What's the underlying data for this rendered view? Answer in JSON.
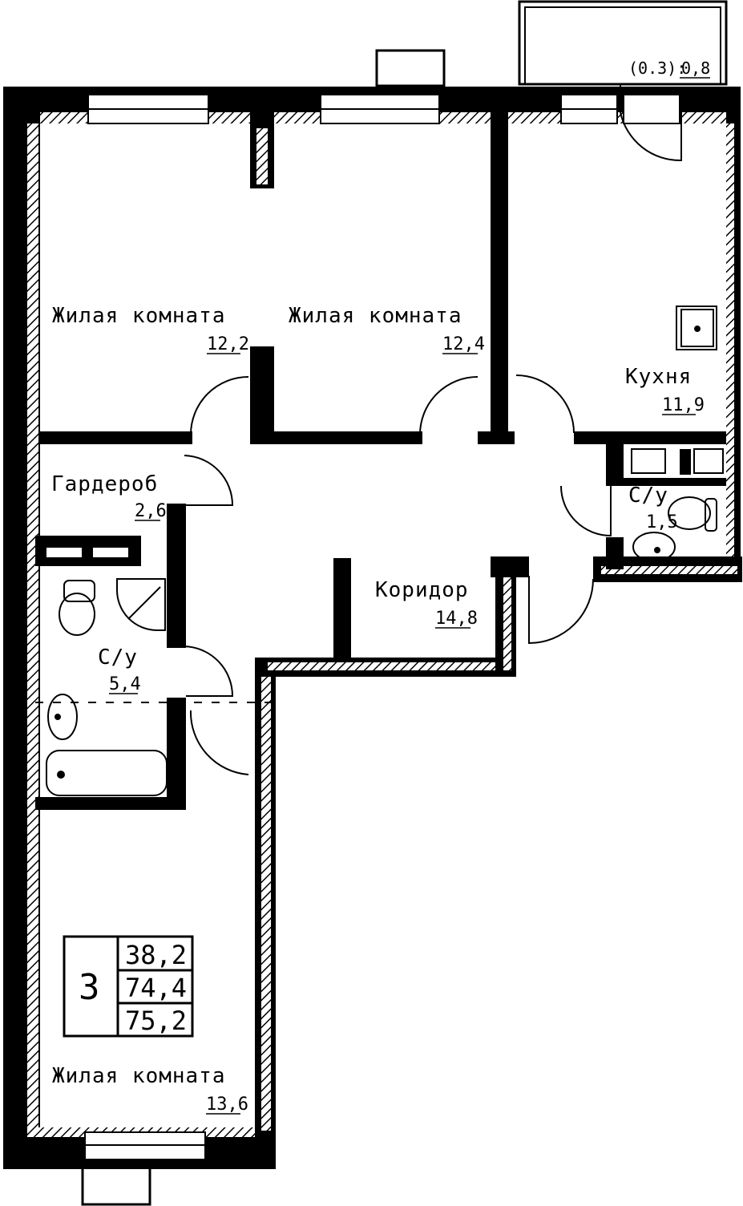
{
  "rooms": [
    {
      "name": "Жилая комната",
      "area": "12,2"
    },
    {
      "name": "Жилая комната",
      "area": "12,4"
    },
    {
      "name": "Кухня",
      "area": "11,9"
    },
    {
      "name": "Гардероб",
      "area": "2,6"
    },
    {
      "name": "С/у",
      "area": "1,5"
    },
    {
      "name": "Коридор",
      "area": "14,8"
    },
    {
      "name": "С/у",
      "area": "5,4"
    },
    {
      "name": "Жилая комната",
      "area": "13,6"
    }
  ],
  "balcony": {
    "coef": "(0.3):",
    "area": "0,8"
  },
  "summary": {
    "rooms_count": "3",
    "living_area": "38,2",
    "total_area": "74,4",
    "total_with_balcony": "75,2"
  }
}
